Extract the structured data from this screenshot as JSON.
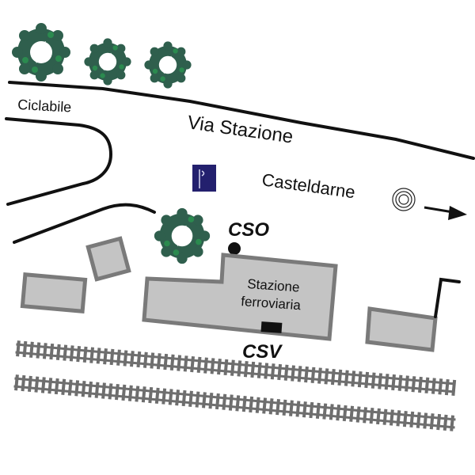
{
  "map": {
    "title": "Stazione ferroviaria - Casteldarne",
    "labels": {
      "cycle_path": "Ciclabile",
      "street": "Via Stazione",
      "direction": "Casteldarne",
      "station_line1": "Stazione",
      "station_line2": "ferroviaria",
      "cso": "CSO",
      "csv": "CSV",
      "parking": "P"
    },
    "icons": {
      "parking": "parking-icon",
      "target": "bullseye-icon",
      "arrow": "arrow-right-icon",
      "tree": "tree-icon",
      "cso_marker": "dot-marker-icon",
      "csv_marker": "square-marker-icon"
    },
    "colors": {
      "parking_bg": "#23206e",
      "tree": "#2f5f4d",
      "building_fill": "#c4c4c4",
      "building_stroke": "#7a7a7a",
      "rail": "#6e6e6e",
      "road": "#111111"
    },
    "tracks": 2,
    "trees": 4
  }
}
